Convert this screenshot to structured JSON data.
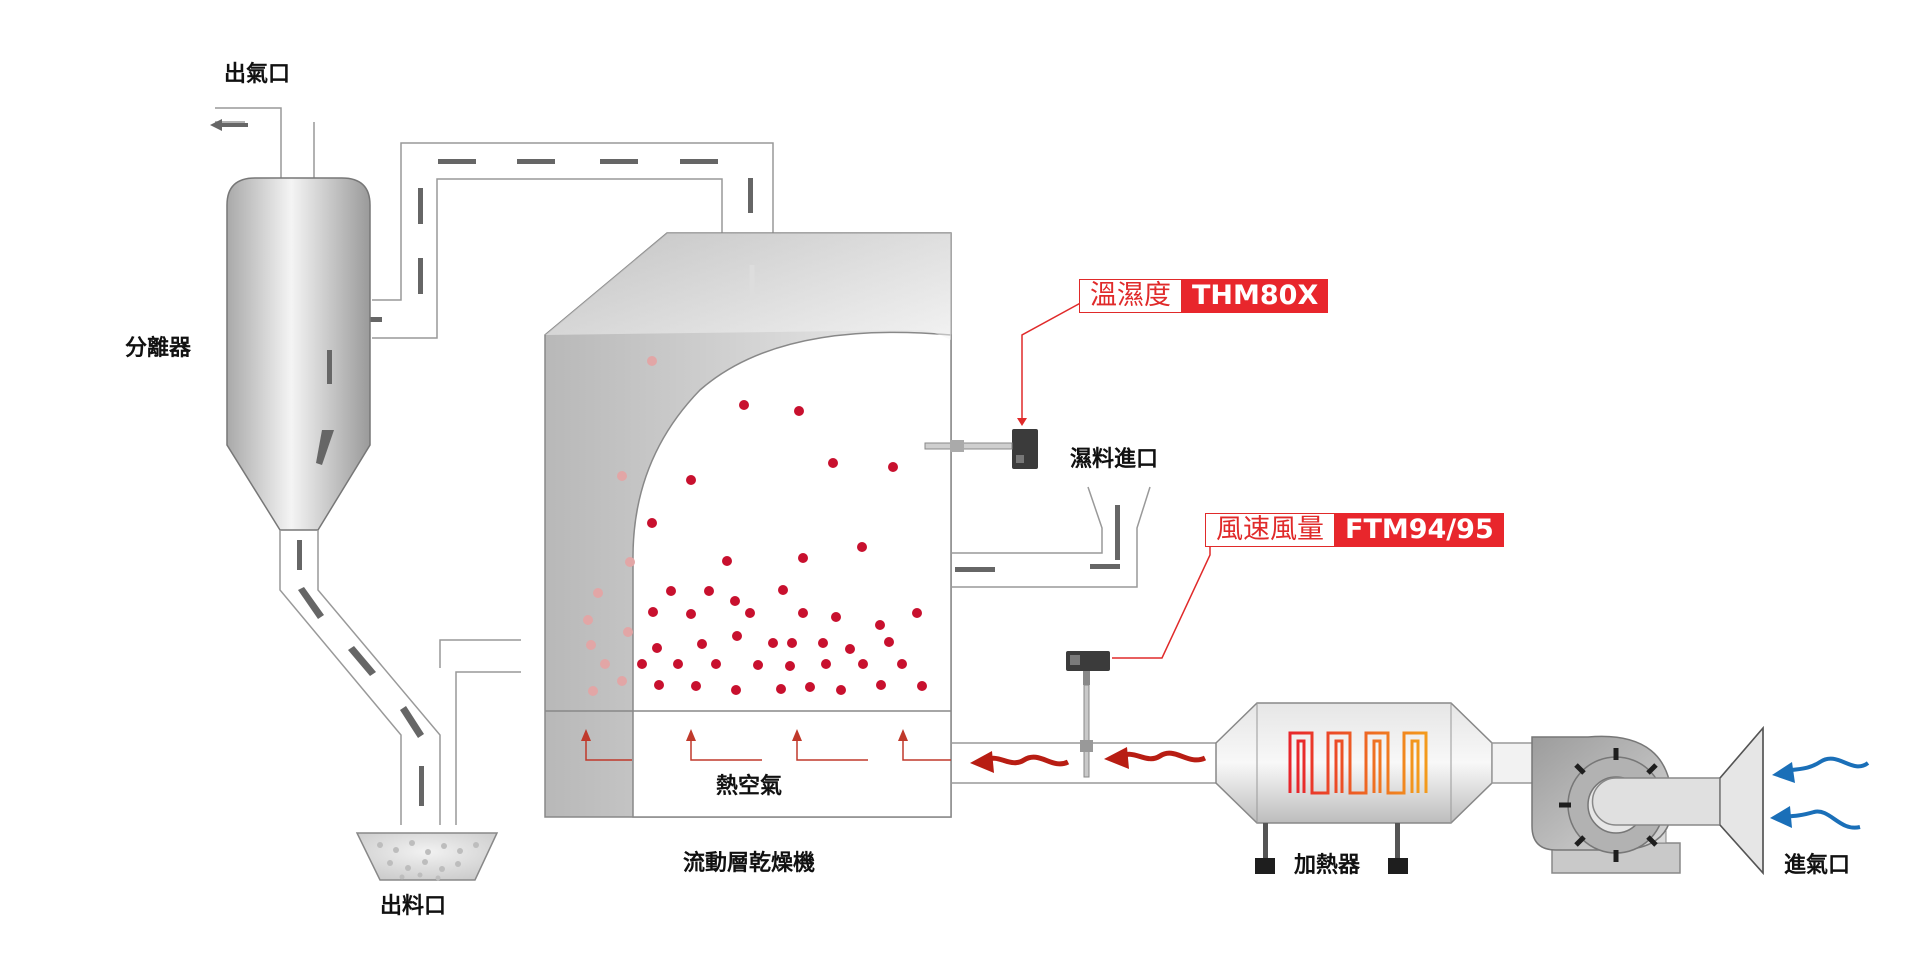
{
  "labels": {
    "exhaust_outlet": "出氣口",
    "separator": "分離器",
    "wet_material_inlet": "濕料進口",
    "hot_air": "熱空氣",
    "fluid_bed_dryer": "流動層乾燥機",
    "heater": "加熱器",
    "air_inlet": "進氣口",
    "material_outlet": "出料口"
  },
  "sensors": {
    "humidity": {
      "name": "溫濕度",
      "model": "THM80X"
    },
    "airflow": {
      "name": "風速風量",
      "model": "FTM94/95"
    }
  },
  "colors": {
    "sensor_accent": "#e8262c",
    "particle": "#c8102e",
    "hot_air_arrow": "#b81d13",
    "inlet_air_arrow": "#1a6fb8",
    "flow_arrow": "#555555"
  }
}
